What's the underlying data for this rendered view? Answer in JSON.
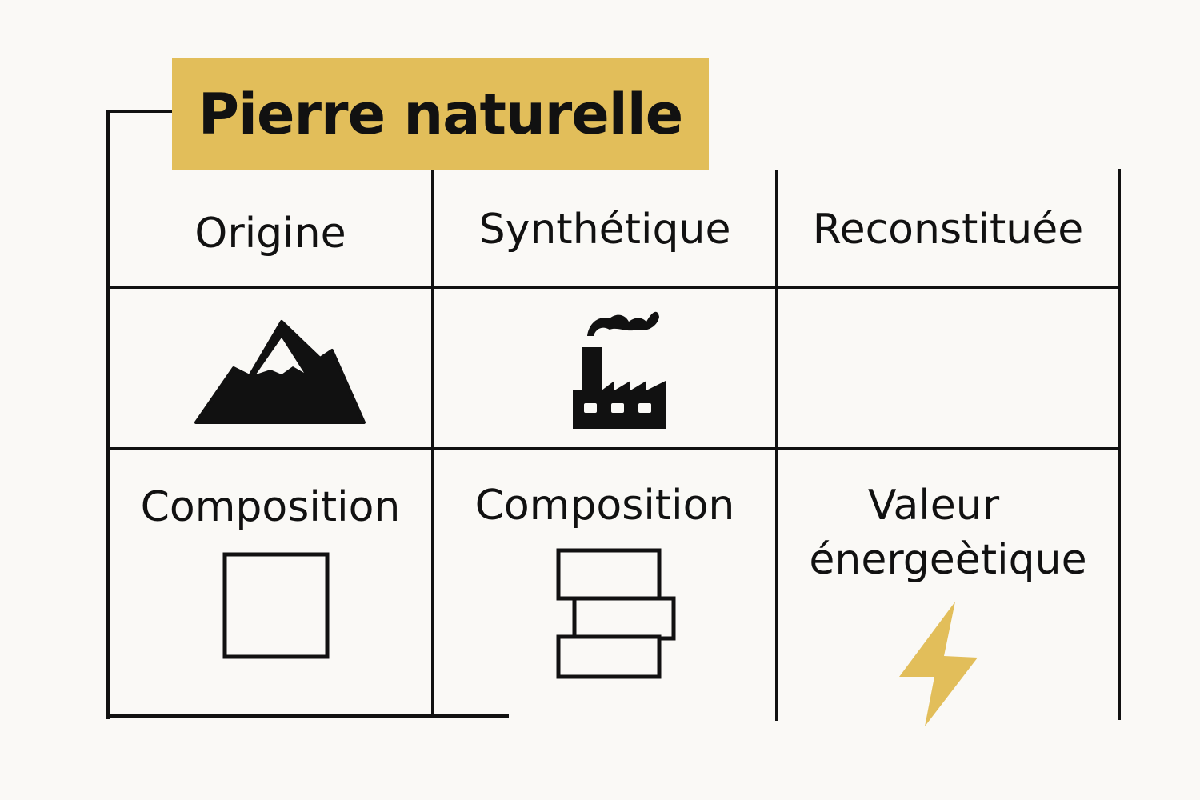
{
  "title": "Pierre naturelle",
  "header_row": {
    "col1": "Origine",
    "col2": "Synthétique",
    "col3": "Reconstituée"
  },
  "icons_row": {
    "col1_icon": "mountain-icon",
    "col2_icon": "factory-icon"
  },
  "bottom_row": {
    "col1_label": "Composition",
    "col1_icon": "square-block-icon",
    "col2_label": "Composition",
    "col2_icon": "stacked-blocks-icon",
    "col3_label_line1": "Valeur",
    "col3_label_line2": "énergeètique",
    "col3_icon": "lightning-bolt-icon"
  },
  "colors": {
    "accent": "#e2be5a",
    "ink": "#111111",
    "background": "#faf9f6"
  }
}
